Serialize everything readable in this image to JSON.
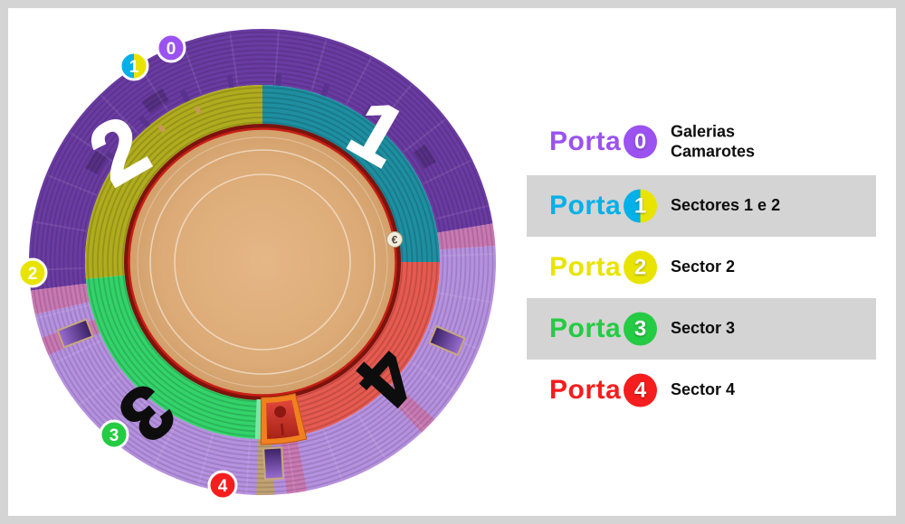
{
  "page": {
    "background": "#d4d4d4",
    "panel_background": "#ffffff"
  },
  "map": {
    "sectors": [
      {
        "label": "1",
        "color": "#1e8fa1",
        "number_color": "#ffffff"
      },
      {
        "label": "2",
        "color": "#afac1e",
        "number_color": "#ffffff"
      },
      {
        "label": "3",
        "color": "#33d36a",
        "number_color": "#0d0d0d"
      },
      {
        "label": "4",
        "color": "#e65a50",
        "number_color": "#0d0d0d"
      }
    ],
    "galleries": {
      "dark_color": "#6a3ba2",
      "light_color": "#b691e0"
    },
    "sand_color": "#dcab77",
    "ring_color": "#c81f14",
    "gate_color": "#f08020",
    "stair_color": "#c878b2",
    "aisle_color": "#c0a274",
    "euro_marker": "€",
    "badges": [
      {
        "label": "0",
        "color": "#9b52f0"
      },
      {
        "label": "1",
        "color": "#00b0e8",
        "color2": "#e9e300"
      },
      {
        "label": "2",
        "color": "#e9e300"
      },
      {
        "label": "3",
        "color": "#24cb43"
      },
      {
        "label": "4",
        "color": "#f51d1d"
      }
    ]
  },
  "legend": {
    "highlight_color": "#d4d4d4",
    "rows": [
      {
        "porta_label": "Porta",
        "number": "0",
        "color": "#9b52f0",
        "description_lines": [
          "Galerias",
          "Camarotes"
        ],
        "highlighted": false
      },
      {
        "porta_label": "Porta",
        "number": "1",
        "color": "#00b0e8",
        "badge_color2": "#e9e300",
        "description_lines": [
          "Sectores 1 e 2"
        ],
        "highlighted": true
      },
      {
        "porta_label": "Porta",
        "number": "2",
        "color": "#e9e300",
        "description_lines": [
          "Sector 2"
        ],
        "highlighted": false
      },
      {
        "porta_label": "Porta",
        "number": "3",
        "color": "#24cb43",
        "description_lines": [
          "Sector 3"
        ],
        "highlighted": true
      },
      {
        "porta_label": "Porta",
        "number": "4",
        "color": "#f51d1d",
        "description_lines": [
          "Sector 4"
        ],
        "highlighted": false
      }
    ]
  }
}
